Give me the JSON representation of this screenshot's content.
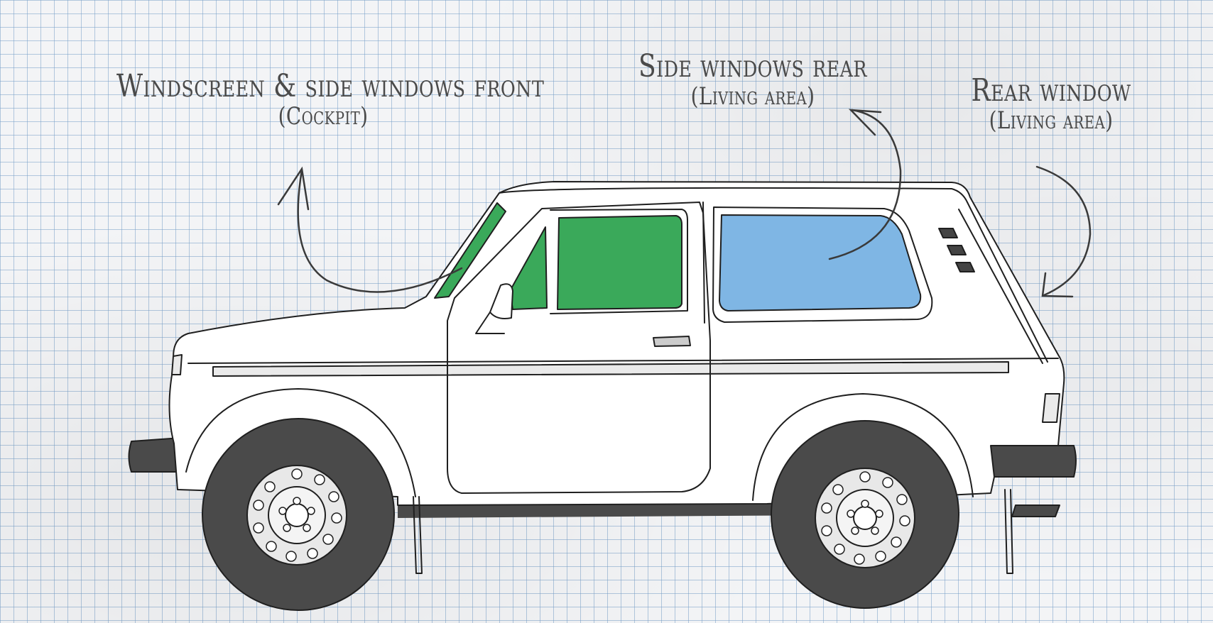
{
  "labels": {
    "front": {
      "title": "Windscreen & side windows front",
      "sub": "(Cockpit)"
    },
    "side": {
      "title": "Side windows rear",
      "sub": "(Living area)"
    },
    "rear": {
      "title": "Rear window",
      "sub": "(Living area)"
    }
  },
  "colors": {
    "front_windows": "#3aa95a",
    "rear_side_window": "#7fb6e4",
    "body": "#ffffff",
    "tyres": "#4a4a4a",
    "ink": "#1f1f1f",
    "grid": "#9fbfd9"
  }
}
